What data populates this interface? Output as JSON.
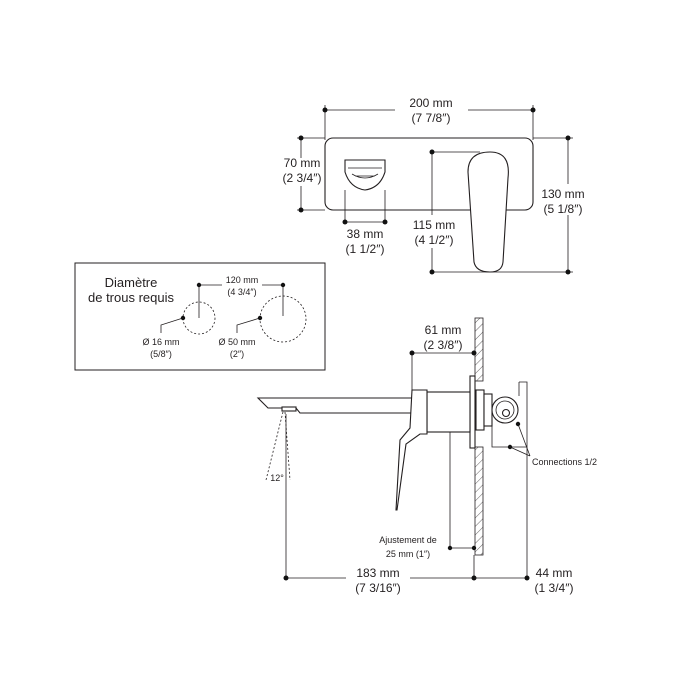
{
  "front_view": {
    "width": {
      "mm": "200 mm",
      "in": "(7 7/8″)"
    },
    "height": {
      "mm": "130 mm",
      "in": "(5 1/8″)"
    },
    "plate_height": {
      "mm": "70 mm",
      "in": "(2 3/4″)"
    },
    "spout_width": {
      "mm": "38 mm",
      "in": "(1 1/2″)"
    },
    "handle_height": {
      "mm": "115 mm",
      "in": "(4 1/2″)"
    }
  },
  "holes_box": {
    "title_line1": "Diamètre",
    "title_line2": "de trous requis",
    "spacing": {
      "mm": "120 mm",
      "in": "(4 3/4″)"
    },
    "small_hole": {
      "mm": "Ø 16 mm",
      "in": "(5/8″)"
    },
    "large_hole": {
      "mm": "Ø 50 mm",
      "in": "(2″)"
    }
  },
  "side_view": {
    "depth": {
      "mm": "61 mm",
      "in": "(2 3/8″)"
    },
    "reach": {
      "mm": "183 mm",
      "in": "(7 3/16″)"
    },
    "rough_depth": {
      "mm": "44 mm",
      "in": "(1 3/4″)"
    },
    "adjustment_line1": "Ajustement de",
    "adjustment_line2": "25 mm (1″)",
    "connections": "Connections 1/2",
    "angle": "12°"
  }
}
